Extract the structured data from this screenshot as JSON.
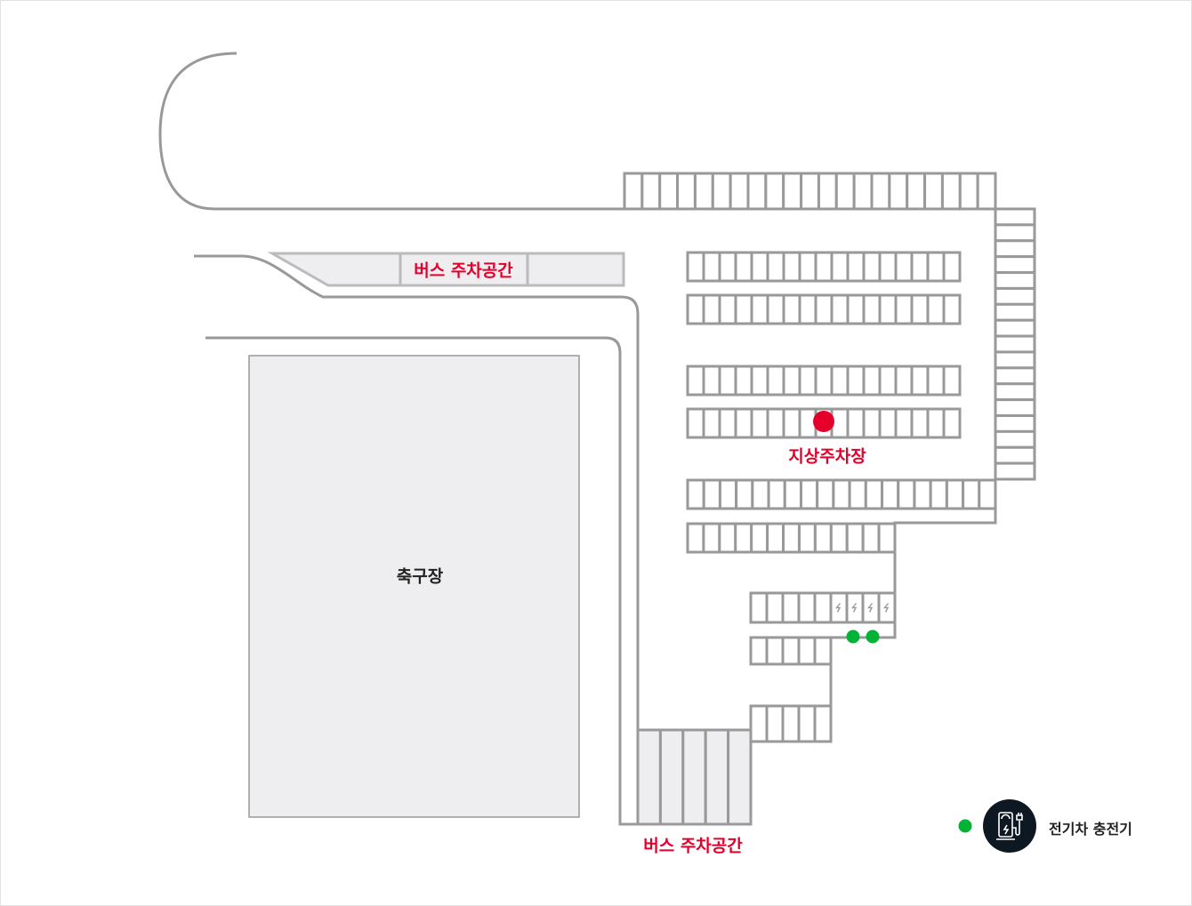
{
  "labels": {
    "bus_parking_top": "버스 주차공간",
    "bus_parking_bottom": "버스 주차공간",
    "surface_parking": "지상주차장",
    "soccer_field": "축구장"
  },
  "legend": {
    "ev_charger": "전기차 충전기",
    "icon": "ev-charger-icon"
  },
  "colors": {
    "accent_red": "#e4002b",
    "charger_green": "#00b335",
    "line_gray": "#999999",
    "area_fill": "#eeeef0",
    "legend_dark": "#0d1822"
  },
  "ev_charging_stalls": 4,
  "ev_charger_markers": 2
}
